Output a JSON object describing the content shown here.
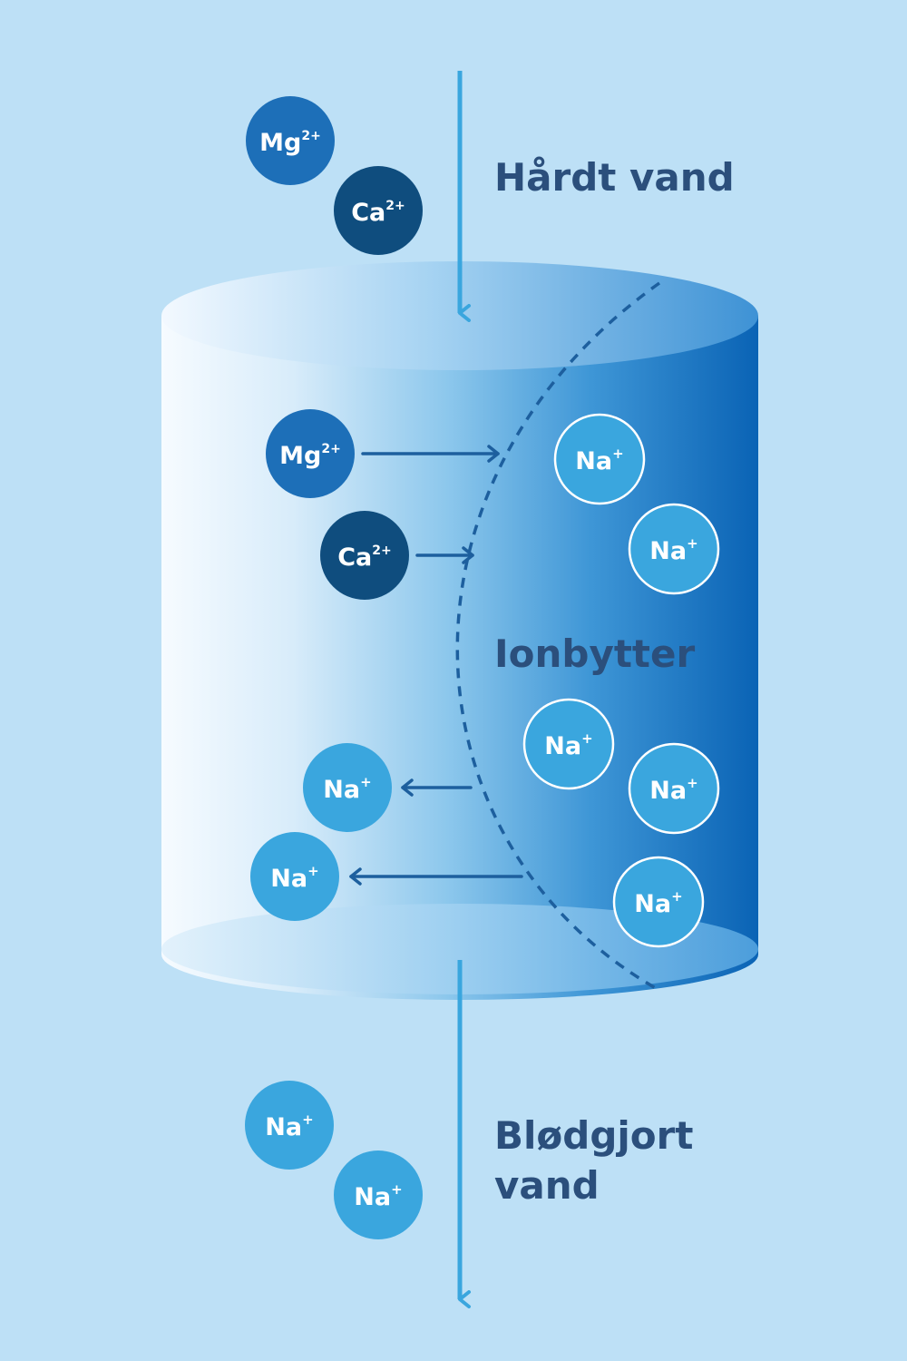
{
  "labels": {
    "hard_water": "Hårdt vand",
    "ion_exchanger": "Ionbytter",
    "softened_water_line1": "Blødgjort",
    "softened_water_line2": "vand"
  },
  "ions": {
    "mg": {
      "symbol": "Mg",
      "charge": "2+"
    },
    "ca": {
      "symbol": "Ca",
      "charge": "2+"
    },
    "na": {
      "symbol": "Na",
      "charge": "+"
    }
  },
  "colors": {
    "background": "#bde0f6",
    "mg_ion": "#1d6fb8",
    "ca_ion": "#0f4d7e",
    "na_ion": "#3aa6de",
    "label": "#2b4f7c",
    "flow_arrow": "#3aa6de",
    "exchange_arrow": "#1d5f9e"
  }
}
